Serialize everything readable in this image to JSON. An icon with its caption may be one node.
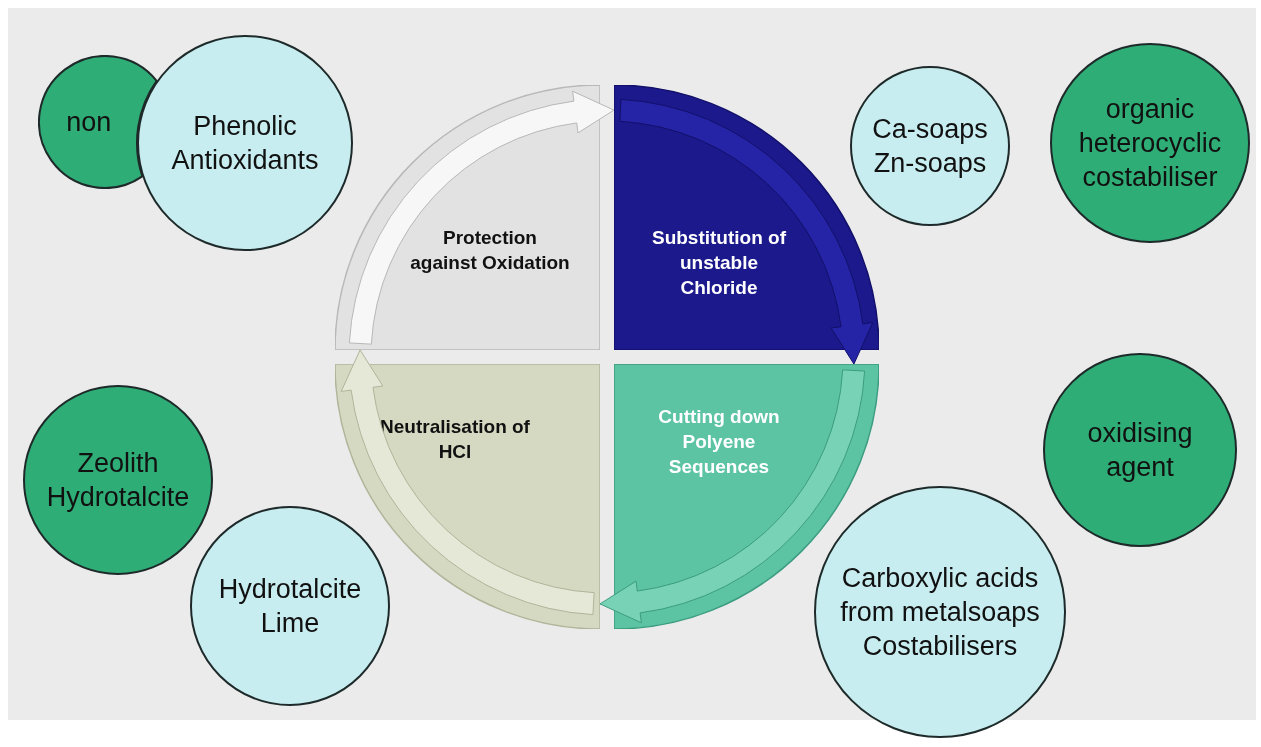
{
  "diagram": {
    "nodes": [
      {
        "text": [
          "non"
        ]
      },
      {
        "text": [
          "Phenolic Antioxidants"
        ]
      },
      {
        "text": [
          "Protection against Oxidation"
        ]
      },
      {
        "text": [
          "Substitution of unstable Chloride"
        ]
      },
      {
        "text": [
          "Ca-soaps Zn-soaps"
        ]
      },
      {
        "text": [
          "organic heterocyclic costabiliser"
        ]
      },
      {
        "text": [
          "Neutralisation of HCl"
        ]
      },
      {
        "text": [
          "Cutting down Polyene Sequences"
        ]
      },
      {
        "text": [
          "oxidising agent"
        ]
      },
      {
        "text": [
          "Zeolith Hydrotalcite"
        ]
      },
      {
        "text": [
          "Hydrotalcite Lime"
        ]
      },
      {
        "text": [
          "Carboxylic acids from metalsoaps Costabilisers"
        ]
      }
    ],
    "edges": [
      {
        "from": 2,
        "to": 3,
        "arrow": "to"
      },
      {
        "from": 3,
        "to": 7,
        "arrow": "to"
      },
      {
        "from": 7,
        "to": 6,
        "arrow": "to"
      },
      {
        "from": 6,
        "to": 2,
        "arrow": "to"
      }
    ]
  }
}
